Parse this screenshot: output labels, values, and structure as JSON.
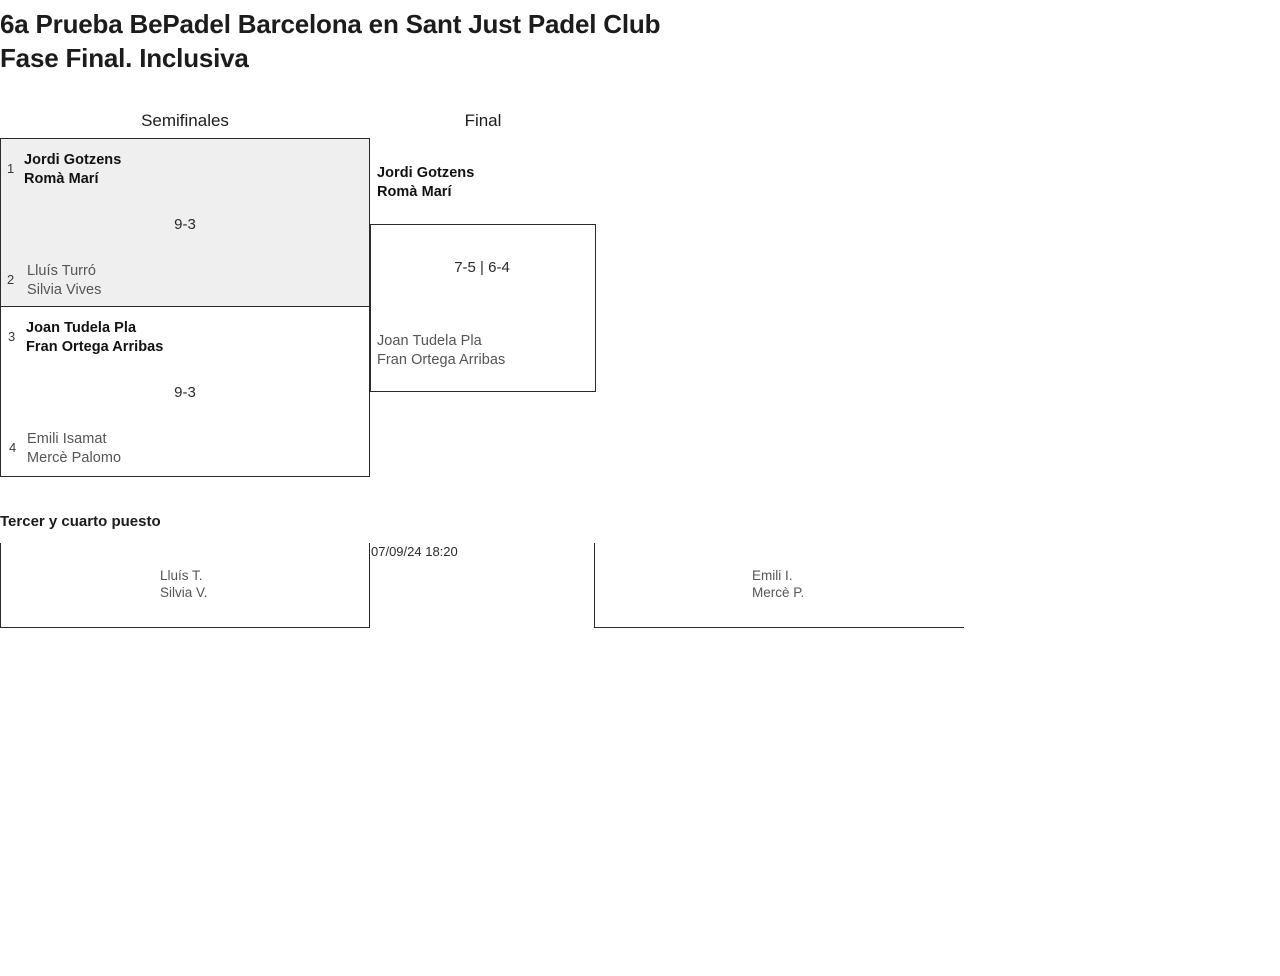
{
  "header": {
    "title_line1": "6a Prueba BePadel Barcelona en Sant Just Padel Club",
    "title_line2": "Fase Final. Inclusiva"
  },
  "rounds": [
    {
      "key": "semifinals",
      "label": "Semifinales"
    },
    {
      "key": "final",
      "label": "Final"
    }
  ],
  "bracket": {
    "semifinals": [
      {
        "seed_top": "1",
        "top_player1": "Jordi Gotzens",
        "top_player2": "Romà Marí",
        "seed_bottom": "2",
        "bottom_player1": "Lluís Turró",
        "bottom_player2": "Silvia Vives",
        "score": "9-3",
        "winner": "top"
      },
      {
        "seed_top": "3",
        "top_player1": "Joan Tudela Pla",
        "top_player2": "Fran Ortega Arribas",
        "seed_bottom": "4",
        "bottom_player1": "Emili Isamat",
        "bottom_player2": "Mercè Palomo",
        "score": "9-3",
        "winner": "top"
      }
    ],
    "final": {
      "top_player1": "Jordi Gotzens",
      "top_player2": "Romà Marí",
      "bottom_player1": "Joan Tudela Pla",
      "bottom_player2": "Fran Ortega Arribas",
      "score": "7-5 | 6-4",
      "winner": "top"
    }
  },
  "third_place": {
    "heading": "Tercer y cuarto puesto",
    "datetime": "07/09/24 18:20",
    "left_player1": "Lluís T.",
    "left_player2": "Silvia V.",
    "right_player1": "Emili I.",
    "right_player2": "Mercè P."
  },
  "colors": {
    "shaded_match_bg": "#efefef",
    "border": "#2b2b2b",
    "winner_text": "#111111",
    "loser_text": "#555555"
  }
}
